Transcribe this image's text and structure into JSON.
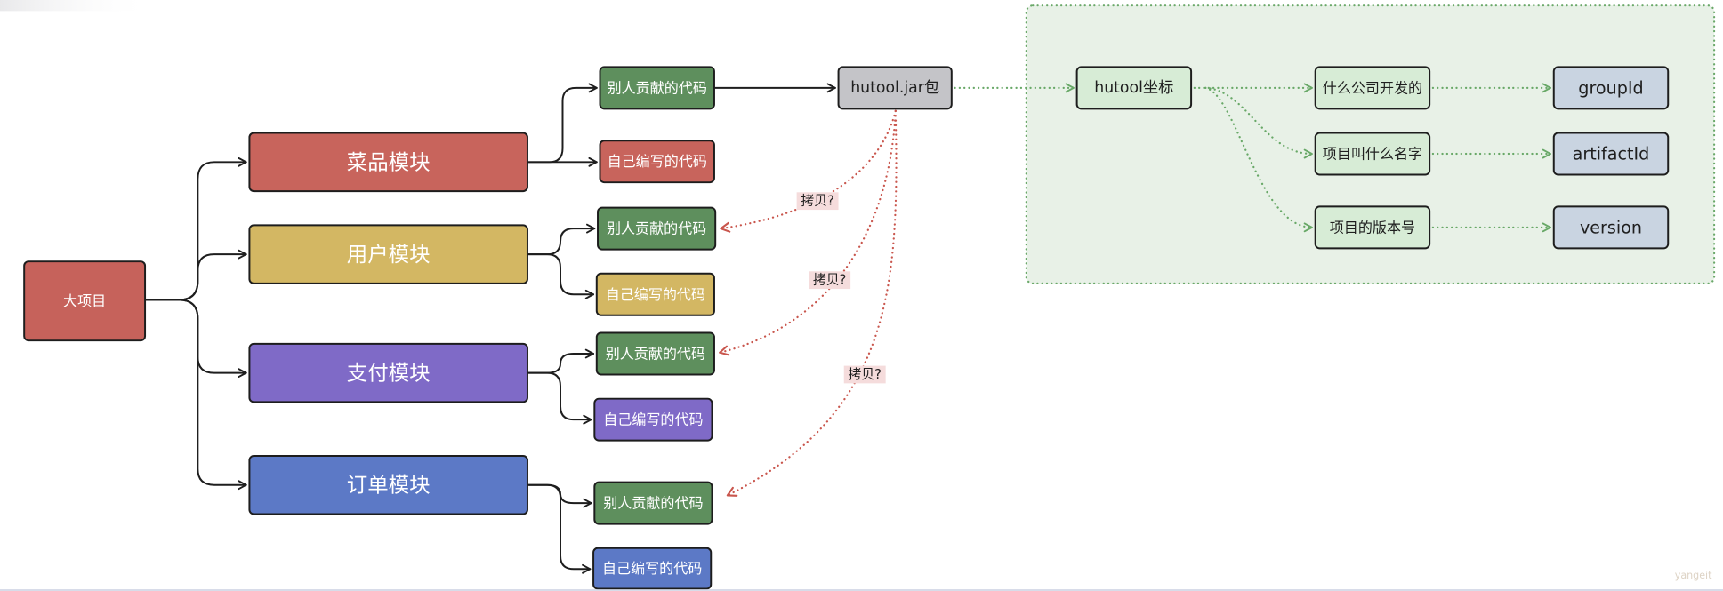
{
  "diagram": {
    "root": {
      "label": "大项目",
      "color": "#c6625b"
    },
    "modules": [
      {
        "label": "菜品模块",
        "color": "#c8645c",
        "others_code": {
          "label": "别人贡献的代码",
          "color": "#5e8f5d"
        },
        "own_code": {
          "label": "自己编写的代码",
          "color": "#c8645c"
        }
      },
      {
        "label": "用户模块",
        "color": "#d3b763",
        "others_code": {
          "label": "别人贡献的代码",
          "color": "#5e8f5d"
        },
        "own_code": {
          "label": "自己编写的代码",
          "color": "#d3b763"
        }
      },
      {
        "label": "支付模块",
        "color": "#7f6ac7",
        "others_code": {
          "label": "别人贡献的代码",
          "color": "#5e8f5d"
        },
        "own_code": {
          "label": "自己编写的代码",
          "color": "#7f6ac7"
        }
      },
      {
        "label": "订单模块",
        "color": "#5c79c6",
        "others_code": {
          "label": "别人贡献的代码",
          "color": "#5e8f5d"
        },
        "own_code": {
          "label": "自己编写的代码",
          "color": "#5c79c6"
        }
      }
    ],
    "jar": {
      "label": "hutool.jar包",
      "color": "#c4c4c8"
    },
    "copy_labels": [
      "拷贝?",
      "拷贝?",
      "拷贝?"
    ],
    "coordinates": {
      "title": {
        "label": "hutool坐标",
        "color": "#d7ecd6"
      },
      "items": [
        {
          "question": "什么公司开发的",
          "answer": "groupId"
        },
        {
          "question": "项目叫什么名字",
          "answer": "artifactId"
        },
        {
          "question": "项目的版本号",
          "answer": "version"
        }
      ],
      "question_color": "#d7ecd6",
      "answer_color": "#c9d4e1",
      "region_color": "#e8f1e7"
    },
    "watermark": "yangeit"
  },
  "colors": {
    "connector": "#1e1e1e",
    "dotted_green": "#68a867",
    "dotted_red": "#c9564d",
    "copy_label_bg": "#f5dcdc",
    "divider": "#d3d7e6"
  }
}
